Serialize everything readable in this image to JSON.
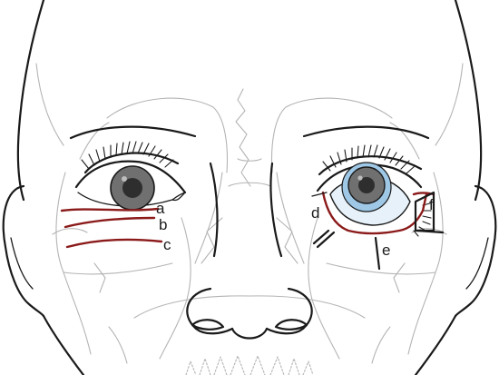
{
  "labels": {
    "a": "a",
    "b": "b",
    "c": "c",
    "d": "d",
    "e": "e",
    "f": "f"
  },
  "colors": {
    "incision": "#8b1a1a",
    "ink": "#1a1a1a",
    "skull": "#b4b4b4",
    "iris": "#707070",
    "retracted_iris": "#9ec8e6"
  }
}
